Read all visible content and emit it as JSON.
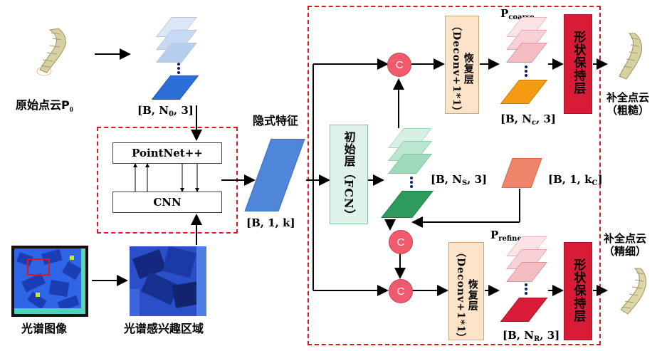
{
  "labels": {
    "original_pc": "原始点云P",
    "original_pc_sub": "0",
    "shape_b_n0": "[B, N",
    "shape_b_n0_sub": "0",
    "shape_b_n0_end": ", 3]",
    "pointnet": "PointNet++",
    "cnn": "CNN",
    "spectral_image": "光谱图像",
    "spectral_roi": "光谱感兴趣区域",
    "latent_feature": "隐式特征",
    "shape_b1k": "[B, 1, k]",
    "init_layer": "初始层（FCN）",
    "shape_b_ns": "[B, N",
    "shape_b_ns_sub": "S",
    "shape_b_ns_end": ", 3]",
    "shape_b1kc": "[B, 1, k",
    "shape_b1kc_sub": "C",
    "shape_b1kc_end": "]",
    "p_coarse": "P",
    "p_coarse_sub": "coarse",
    "p_refine": "P",
    "p_refine_sub": "refine",
    "restore_top": "恢复层（Deconv+1*1）",
    "restore_bottom": "恢复层（Deconv+1*1）",
    "restore_cn": "恢复层",
    "restore_en": "（Deconv+1*1）",
    "shape_b_nc": "[B, N",
    "shape_b_nc_sub": "c",
    "shape_b_nc_end": ", 3]",
    "shape_b_nr": "[B, N",
    "shape_b_nr_sub": "R",
    "shape_b_nr_end": ", 3]",
    "shape_keep": "形状保持层",
    "complete_coarse_1": "补全点云",
    "complete_coarse_2": "（粗糙）",
    "complete_fine_1": "补全点云",
    "complete_fine_2": "（精细）",
    "concat": "C"
  },
  "colors": {
    "dashed_border": "#e0141e",
    "latent_blue": "#4f86d9",
    "input_stack": "#2b6fd6",
    "init_stack": "#2e9a5c",
    "coarse_stack": "#f59a12",
    "refine_stack": "#d81b36",
    "kc_vector": "#ef8468",
    "concat_circle": "#ef5b6d",
    "shape_keep": "#d81b36",
    "restore_fill": "#fde4c8",
    "init_fill": "#dff2e9"
  }
}
